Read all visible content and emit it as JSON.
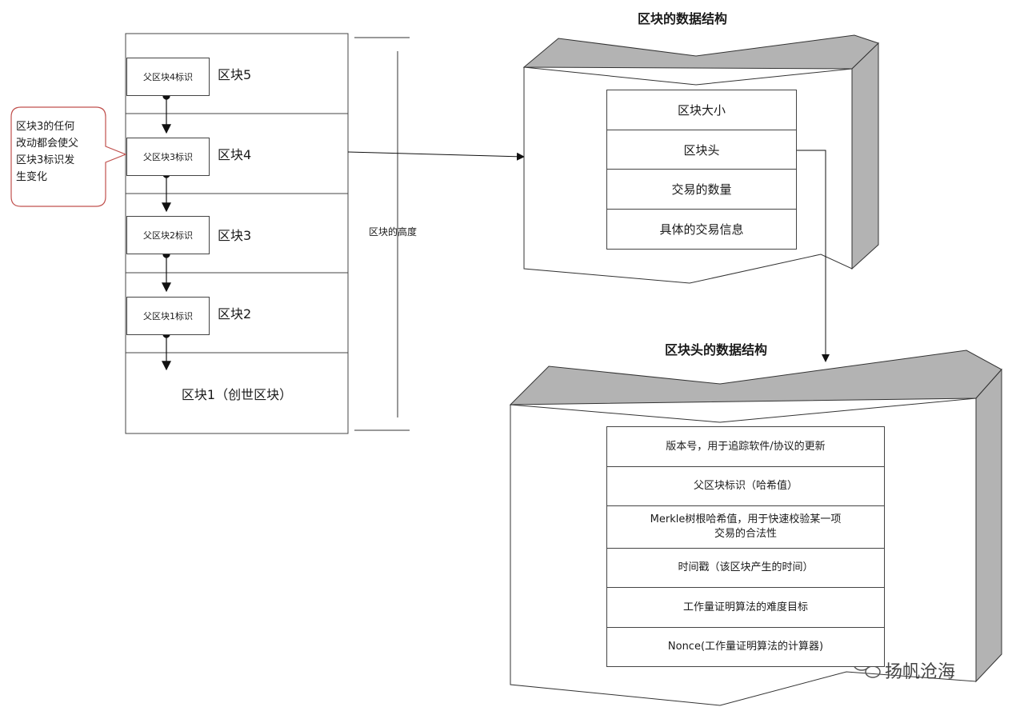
{
  "chain": {
    "blocks": [
      {
        "label": "区块5",
        "parent_ref": "父区块4标识"
      },
      {
        "label": "区块4",
        "parent_ref": "父区块3标识"
      },
      {
        "label": "区块3",
        "parent_ref": "父区块2标识"
      },
      {
        "label": "区块2",
        "parent_ref": "父区块1标识"
      }
    ],
    "genesis": "区块1（创世区块）",
    "height_label": "区块的高度"
  },
  "callout": {
    "lines": [
      "区块3的任何",
      "改动都会使父",
      "区块3标识发",
      "生变化"
    ]
  },
  "block_structure": {
    "title": "区块的数据结构",
    "fields": [
      "区块大小",
      "区块头",
      "交易的数量",
      "具体的交易信息"
    ]
  },
  "header_structure": {
    "title": "区块头的数据结构",
    "fields": [
      [
        "版本号，用于追踪软件/协议的更新"
      ],
      [
        "父区块标识（哈希值）"
      ],
      [
        "Merkle树根哈希值，用于快速校验某一项",
        "交易的合法性"
      ],
      [
        "时间戳（该区块产生的时间）"
      ],
      [
        "工作量证明算法的难度目标"
      ],
      [
        "Nonce(工作量证明算法的计算器)"
      ]
    ]
  },
  "watermark": "扬帆沧海",
  "colors": {
    "panel_gray": "#b3b3b3",
    "callout_border": "#c0504d"
  }
}
